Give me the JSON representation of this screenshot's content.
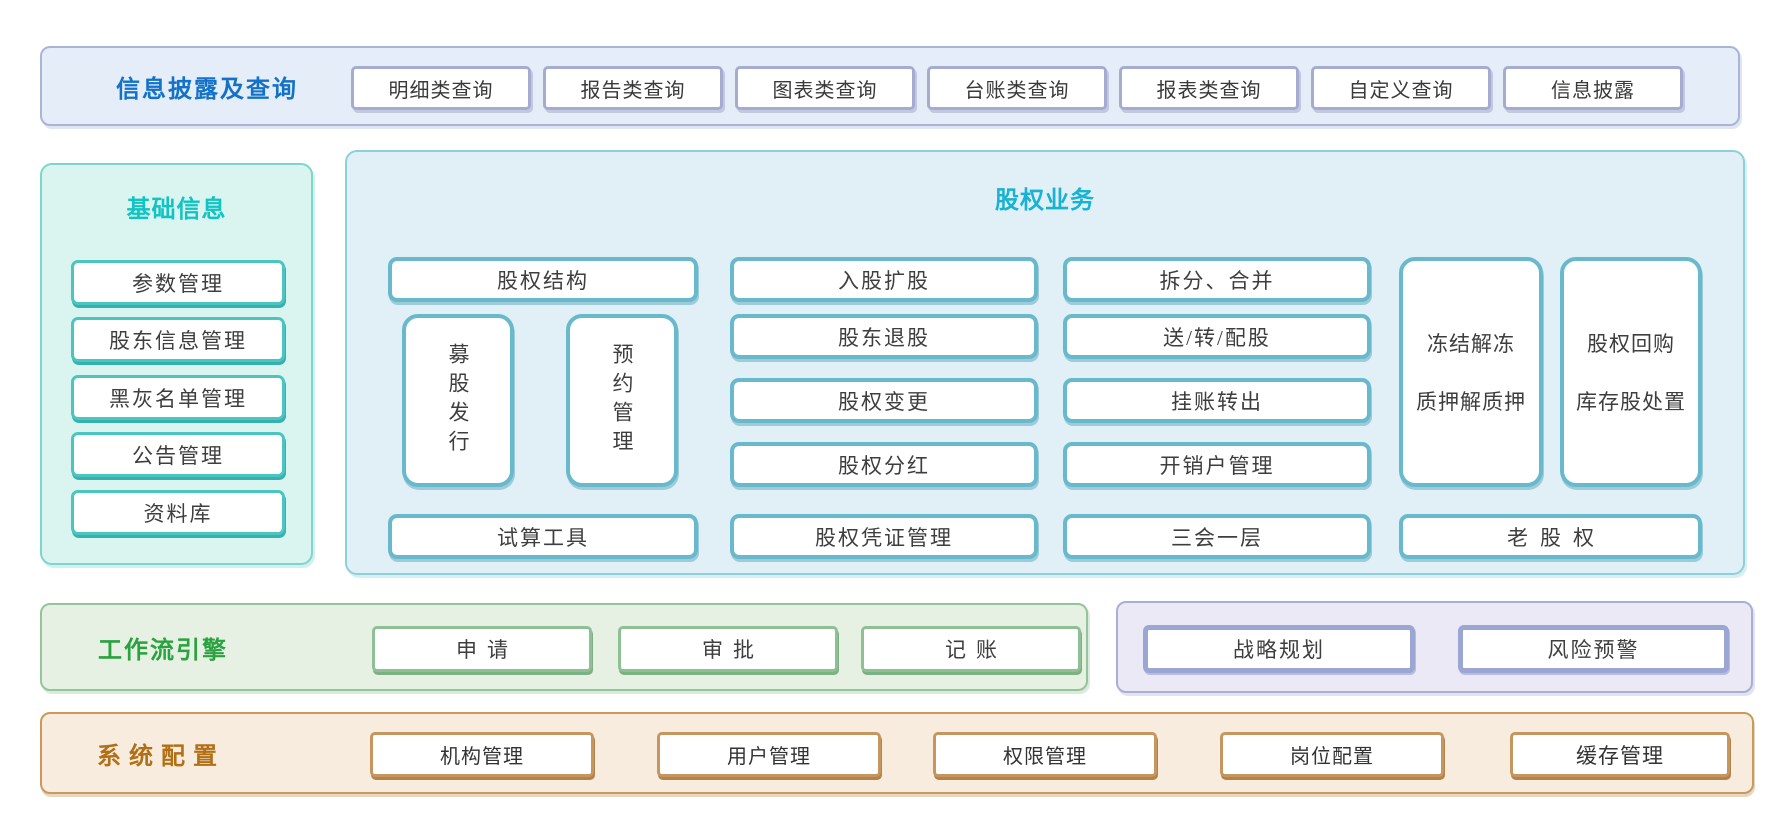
{
  "page": {
    "background": "#ffffff"
  },
  "top_bar": {
    "title": "信息披露及查询",
    "title_color": "#1372c8",
    "buttons": [
      "明细类查询",
      "报告类查询",
      "图表类查询",
      "台账类查询",
      "报表类查询",
      "自定义查询",
      "信息披露"
    ]
  },
  "basic_info": {
    "title": "基础信息",
    "title_color": "#10c4c4",
    "items": [
      "参数管理",
      "股东信息管理",
      "黑灰名单管理",
      "公告管理",
      "资料库"
    ]
  },
  "equity_business": {
    "title": "股权业务",
    "title_color": "#18b2d2",
    "col1": {
      "top_box": "股权结构",
      "vertical_boxes": [
        "募股发行",
        "预约管理"
      ],
      "bottom_box": "试算工具"
    },
    "col2": [
      "入股扩股",
      "股东退股",
      "股权变更",
      "股权分红",
      "股权凭证管理"
    ],
    "col3": [
      "拆分、合并",
      "送/转/配股",
      "挂账转出",
      "开销户管理",
      "三会一层"
    ],
    "tall_boxes": [
      {
        "line1": "冻结解冻",
        "line2": "质押解质押"
      },
      {
        "line1": "股权回购",
        "line2": "库存股处置"
      }
    ],
    "bottom_span_box": "老股权"
  },
  "workflow": {
    "title": "工作流引擎",
    "title_color": "#2aa23f",
    "steps": [
      "申请",
      "审批",
      "记账"
    ]
  },
  "strategy_risk": {
    "items": [
      "战略规划",
      "风险预警"
    ]
  },
  "system_config": {
    "title": "系统配置",
    "title_color": "#b26f15",
    "items": [
      "机构管理",
      "用户管理",
      "权限管理",
      "岗位配置",
      "缓存管理"
    ]
  }
}
